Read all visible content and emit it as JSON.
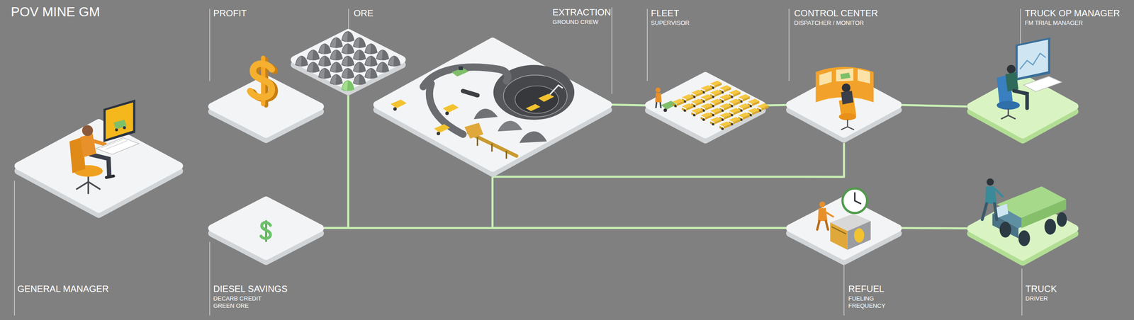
{
  "diagram": {
    "title": "POV MINE GM",
    "nodes": [
      {
        "text": [
          "GENERAL MANAGER"
        ]
      },
      {
        "text": [
          "PROFIT"
        ]
      },
      {
        "text": [
          "ORE"
        ]
      },
      {
        "text": [
          "EXTRACTION",
          "GROUND CREW"
        ]
      },
      {
        "text": [
          "FLEET",
          "SUPERVISOR"
        ]
      },
      {
        "text": [
          "CONTROL CENTER",
          "DISPATCHER / MONITOR"
        ]
      },
      {
        "text": [
          "TRUCK OP MANAGER",
          "FM TRIAL MANAGER"
        ]
      },
      {
        "text": [
          "DIESEL SAVINGS",
          "DECARB CREDIT GREEN ORE"
        ]
      },
      {
        "text": [
          "REFUEL",
          "FUELING FREQUENCY"
        ]
      },
      {
        "text": [
          "TRUCK",
          "DRIVER"
        ]
      }
    ],
    "edges": [
      {
        "from": 3,
        "to": 4,
        "arrow": "none"
      },
      {
        "from": 4,
        "to": 5,
        "arrow": "none"
      },
      {
        "from": 5,
        "to": 6,
        "arrow": "none"
      },
      {
        "from": 5,
        "to": 3,
        "arrow": "none"
      },
      {
        "from": 3,
        "to": 8,
        "arrow": "none"
      },
      {
        "from": 2,
        "to": 7,
        "arrow": "none"
      },
      {
        "from": 7,
        "to": 8,
        "arrow": "none"
      },
      {
        "from": 8,
        "to": 9,
        "arrow": "none"
      }
    ]
  }
}
